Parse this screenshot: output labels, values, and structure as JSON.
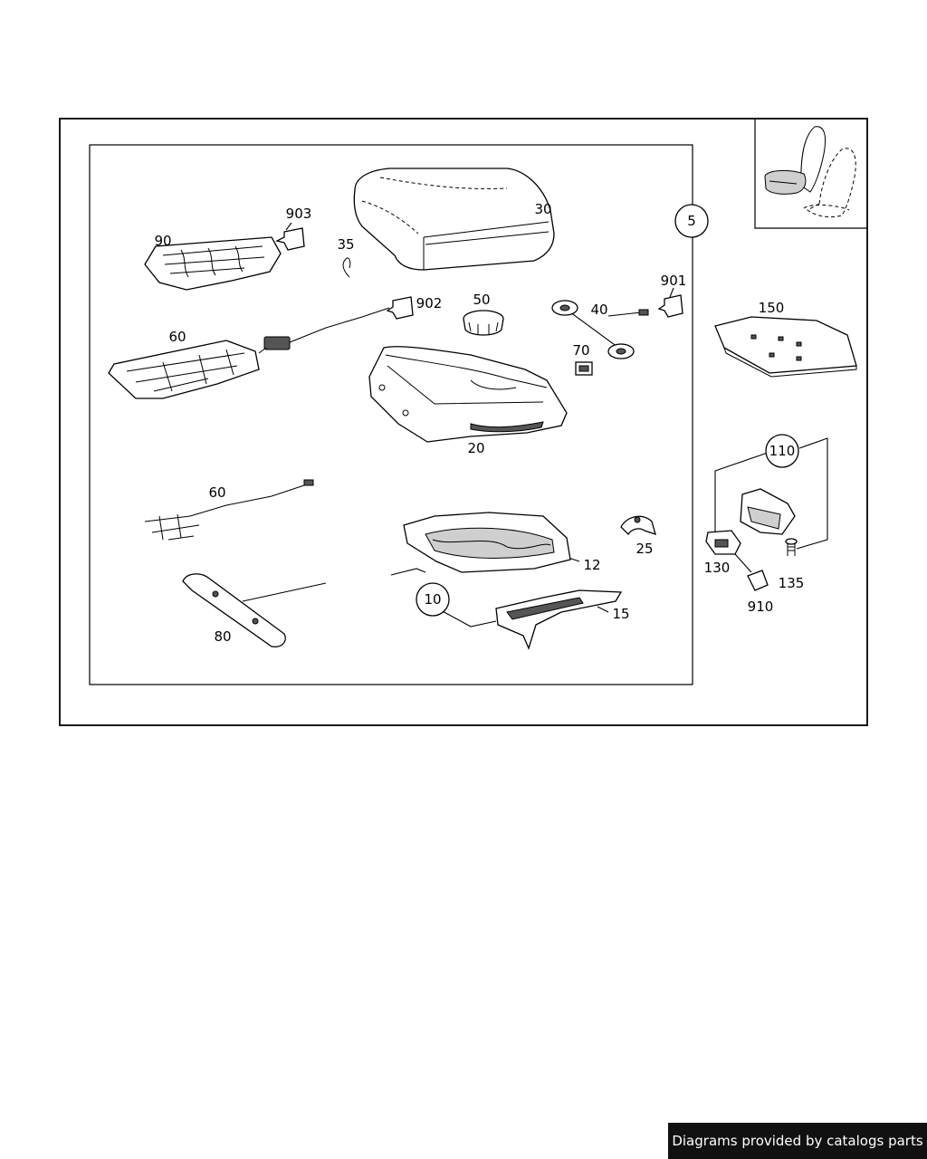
{
  "labels": {
    "l5": "5",
    "l30": "30",
    "l903": "903",
    "l90": "90",
    "l35": "35",
    "l901": "901",
    "l902": "902",
    "l50": "50",
    "l40": "40",
    "l60a": "60",
    "l70": "70",
    "l150": "150",
    "l20": "20",
    "l110": "110",
    "l60b": "60",
    "l25": "25",
    "l12": "12",
    "l130": "130",
    "l135": "135",
    "l10": "10",
    "l15": "15",
    "l910": "910",
    "l80": "80"
  },
  "credit": "Diagrams provided by catalogs parts"
}
